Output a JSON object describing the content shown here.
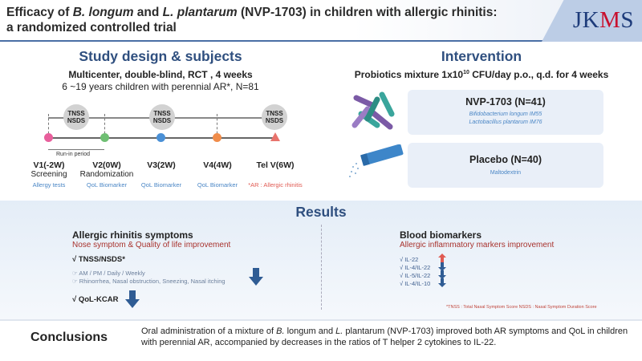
{
  "header": {
    "title_pre": "Efficacy of ",
    "title_b": "B. longum",
    "title_mid": " and ",
    "title_l": "L. plantarum",
    "title_post": " (NVP-1703) in children with allergic rhinitis:",
    "title_line2": "a randomized controlled trial",
    "logo_j": "J",
    "logo_k": "K",
    "logo_m": "M",
    "logo_s": "S"
  },
  "design": {
    "title": "Study design & subjects",
    "line1": "Multicenter, double-blind, RCT , 4 weeks",
    "line2": "6 ~19 years children with perennial AR*, N=81",
    "badge_line1": "TNSS",
    "badge_line2": "NSDS",
    "runin": "Run-in period",
    "visits": [
      {
        "label": "V1(-2W)",
        "sub": "Screening",
        "note": "Allergy tests",
        "color": "#e85f9c"
      },
      {
        "label": "V2(0W)",
        "sub": "Randomization",
        "note": "QoL Biomarker",
        "color": "#6fbf73"
      },
      {
        "label": "V3(2W)",
        "sub": "",
        "note": "QoL Biomarker",
        "color": "#4a90d6"
      },
      {
        "label": "V4(4W)",
        "sub": "",
        "note": "QoL Biomarker",
        "color": "#f08c4a"
      },
      {
        "label": "Tel V(6W)",
        "sub": "",
        "note": "",
        "color": "#e8736c"
      }
    ],
    "ar_note": "*AR : Allergic rhinitis"
  },
  "intervention": {
    "title": "Intervention",
    "dose_pre": "Probiotics mixture 1x10",
    "dose_exp": "10",
    "dose_post": " CFU/day p.o., q.d. for 4 weeks",
    "nvp": {
      "title": "NVP-1703 (N=41)",
      "line1": "Bifidobacterium longum IM55",
      "line2": "Lactobacillus plantarum IM76"
    },
    "placebo": {
      "title": "Placebo (N=40)",
      "line1": "Maltodextrin"
    }
  },
  "results": {
    "title": "Results",
    "left": {
      "head": "Allergic rhinitis symptoms",
      "sub": "Nose symptom & Quality of life improvement",
      "item1": "√ TNSS/NSDS*",
      "small1": "☞ AM / PM / Daily / Weekly",
      "small2": "☞ Rhinorrhea, Nasal obstruction,  Sneezing, Nasal itching",
      "item2": "√ QoL-KCAR"
    },
    "right": {
      "head": "Blood biomarkers",
      "sub": "Allergic inflammatory markers improvement",
      "markers": [
        "√ IL-22",
        "√ IL-4/IL-22",
        "√ IL-5/IL-22",
        "√ IL-4/IL-10"
      ]
    },
    "footnote": "*TNSS : Total Nasal Symptom Score  NSDS : Nasal Symptom Duration Score"
  },
  "conclusions": {
    "label": "Conclusions",
    "t1": "Oral administration of a mixture of ",
    "t2": "B.",
    "t3": " longum and ",
    "t4": "L.",
    "t5": " plantarum (NVP-1703) improved both AR symptoms and QoL in children with perennial AR, accompanied by decreases in the ratios of T helper 2 cytokines to IL-22."
  },
  "colors": {
    "accent": "#2f4f7f",
    "red": "#a8322d",
    "arrow_blue": "#2f5c94",
    "arrow_red": "#e05a52"
  }
}
